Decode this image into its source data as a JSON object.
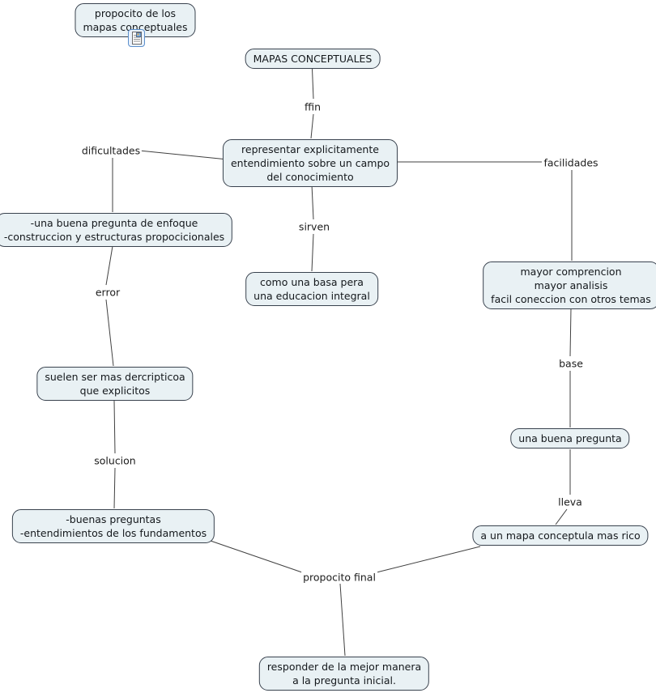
{
  "app": {
    "name": "concept map canvas"
  },
  "colors": {
    "canvas_bg": "#ffffff",
    "node_fill": "#e9f1f4",
    "node_border": "#39424e",
    "connector_line": "#404040",
    "text": "#14181c",
    "resource_icon_border": "#5b8fcc"
  },
  "concepts": {
    "proposito": "propocito de los\nmapas conceptuales",
    "title": "MAPAS CONCEPTUALES",
    "representar": "representar explicitamente\nentendimiento sobre un campo\ndel conocimiento",
    "dificultades_detail": "-una buena pregunta de enfoque\n-construccion y estructuras propocicionales",
    "sirven_detail": "como una basa pera\nuna educacion integral",
    "facilidades_detail": "mayor comprencion\nmayor analisis\nfacil coneccion con otros temas",
    "error_detail": "suelen ser mas dercripticoa\nque explicitos",
    "base_detail": "una buena pregunta",
    "solucion_detail": "-buenas preguntas\n-entendimientos de los fundamentos",
    "lleva_detail": "a un mapa conceptula mas rico",
    "final_detail": "responder de la mejor manera\na la pregunta inicial."
  },
  "linking_phrases": {
    "ffin": "ffin",
    "dificultades": "dificultades",
    "sirven": "sirven",
    "facilidades": "facilidades",
    "error": "error",
    "base": "base",
    "solucion": "solucion",
    "lleva": "lleva",
    "propocito_final": "propocito final"
  },
  "icons": {
    "resource": "document-resource-icon"
  }
}
